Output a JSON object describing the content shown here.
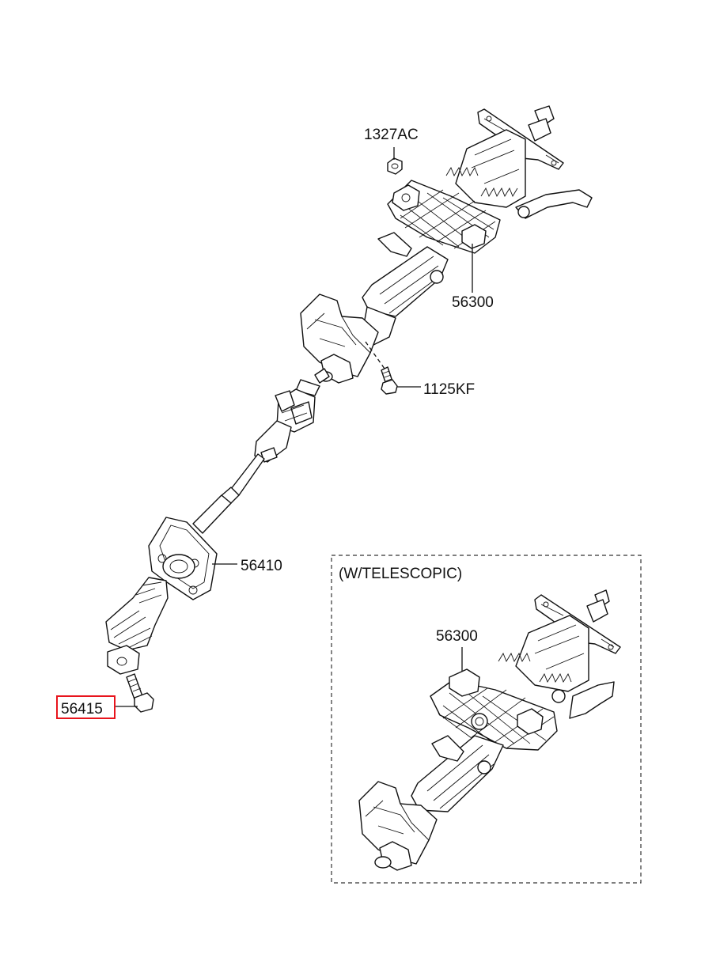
{
  "diagram": {
    "labels": {
      "p1327ac": "1327AC",
      "p56300_main": "56300",
      "p1125kf": "1125KF",
      "p56410": "56410",
      "p56415": "56415",
      "inset_title": "(W/TELESCOPIC)",
      "p56300_inset": "56300"
    },
    "highlight": {
      "part": "56415",
      "color": "#e8141c"
    }
  }
}
